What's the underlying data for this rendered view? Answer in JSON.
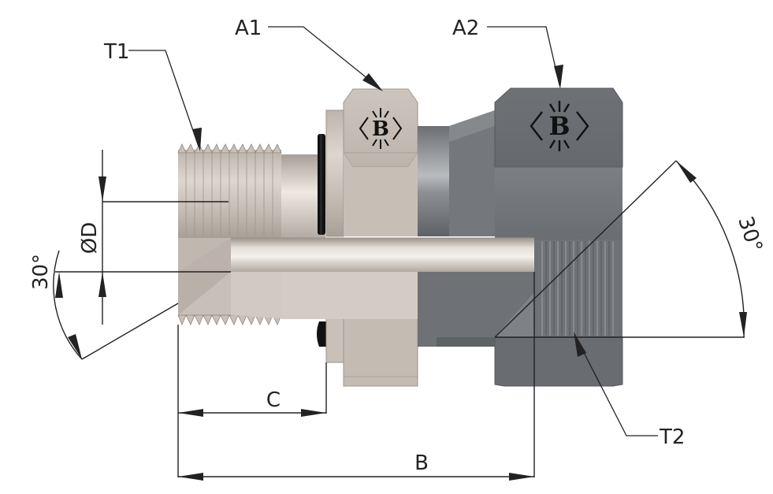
{
  "labels": {
    "t1": "T1",
    "a1": "A1",
    "a2": "A2",
    "t2": "T2",
    "c": "C",
    "b": "B",
    "d": "ØD",
    "angle_left": "30°",
    "angle_right": "30°",
    "logo_letter": "B"
  },
  "colors": {
    "silver_light": "#d6cfc8",
    "silver_mid": "#b7aea6",
    "silver_dark": "#8f8780",
    "steel_dark": "#5f6266",
    "steel_mid": "#7a7d81",
    "steel_light": "#9a9da1",
    "seal": "#111111",
    "line": "#222222"
  }
}
